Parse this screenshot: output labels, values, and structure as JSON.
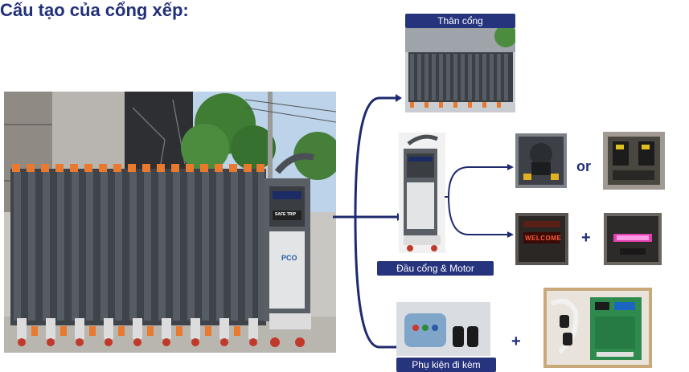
{
  "title": "Cấu tạo của cổng xếp:",
  "labels": {
    "gate_body": "Thân cổng",
    "gate_head_motor": "Đầu cổng & Motor",
    "accessories": "Phụ kiện đi kèm"
  },
  "symbols": {
    "or": "or",
    "plus_display": "+",
    "plus_accessories": "+"
  },
  "panel_texts": {
    "brand": "PCO",
    "safe_trip": "SAFE TRIP",
    "welcome": "WELCOME"
  },
  "colors": {
    "title": "#22307a",
    "label_bg": "#26337d",
    "arrow": "#1f2a6e",
    "gate_panel": "#44494f",
    "gate_accent": "#e8792e"
  }
}
